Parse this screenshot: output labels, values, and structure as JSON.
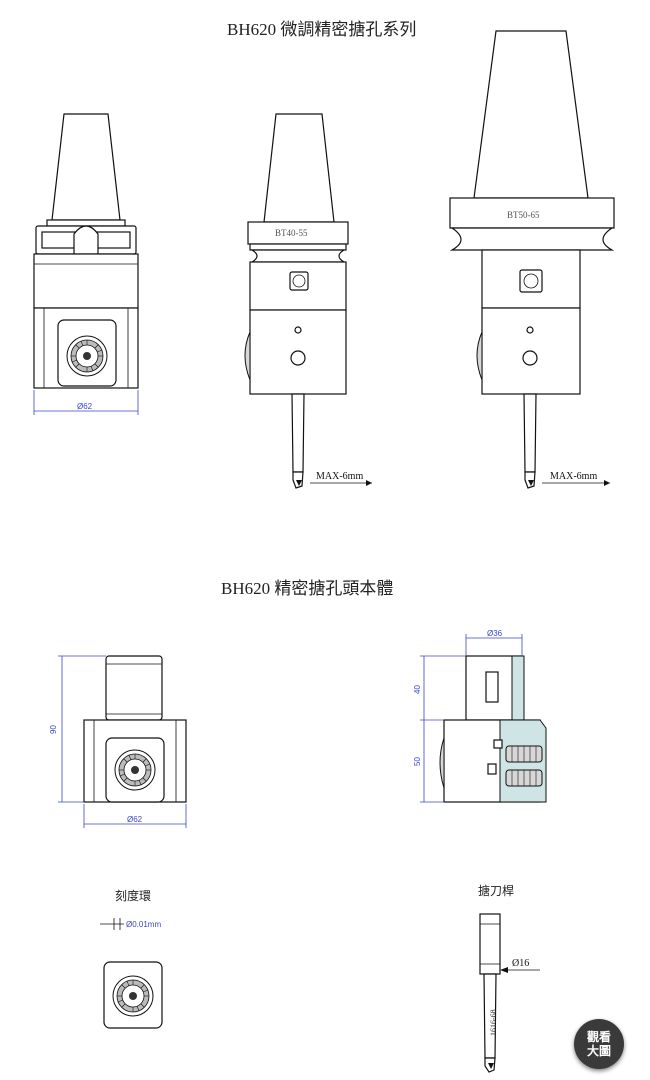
{
  "titles": {
    "series": "BH620 微調精密搪孔系列",
    "body": "BH620 精密搪孔頭本體",
    "dial": "刻度環",
    "bar": "搪刀桿"
  },
  "labels": {
    "bt40": "BT40-55",
    "bt50": "BT50-65",
    "max1": "MAX-6mm",
    "max2": "MAX-6mm",
    "dia62_a": "Ø62",
    "dia62_b": "Ø62",
    "dia36": "Ø36",
    "h90": "90",
    "h40": "40",
    "h50": "50",
    "res": "Ø0.01mm",
    "dia16": "Ø16",
    "bar_code": "1616-68"
  },
  "zoom_button": {
    "line1": "觀看",
    "line2": "大圖"
  },
  "colors": {
    "dimension": "#3a49c8",
    "section": "#cfe4e4",
    "button": "#3a3a3a"
  }
}
